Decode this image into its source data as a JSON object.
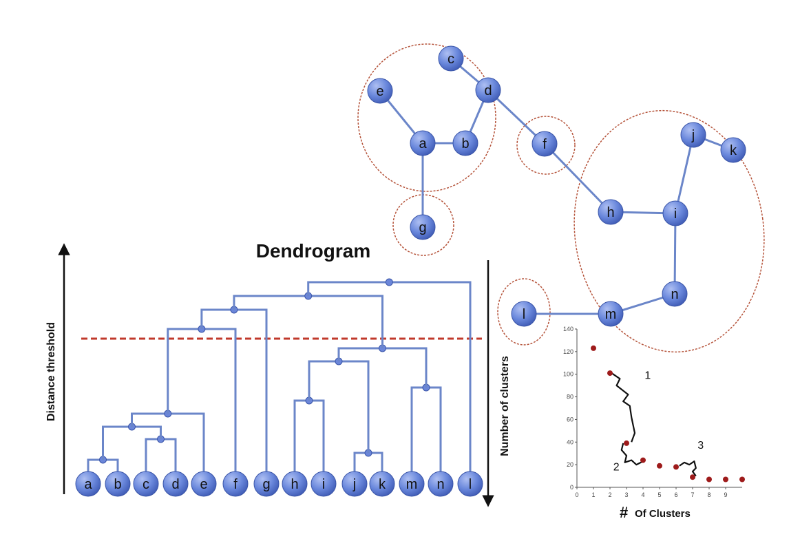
{
  "graph": {
    "nodes": [
      "a",
      "b",
      "c",
      "d",
      "e",
      "f",
      "g",
      "h",
      "i",
      "j",
      "k",
      "l",
      "m",
      "n"
    ],
    "edges": [
      [
        "e",
        "a"
      ],
      [
        "a",
        "b"
      ],
      [
        "b",
        "d"
      ],
      [
        "c",
        "d"
      ],
      [
        "d",
        "f"
      ],
      [
        "a",
        "g"
      ],
      [
        "f",
        "h"
      ],
      [
        "h",
        "i"
      ],
      [
        "i",
        "j"
      ],
      [
        "j",
        "k"
      ],
      [
        "i",
        "n"
      ],
      [
        "n",
        "m"
      ],
      [
        "m",
        "l"
      ]
    ],
    "clusters": [
      [
        "a",
        "b",
        "c",
        "d",
        "e"
      ],
      [
        "f"
      ],
      [
        "g"
      ],
      [
        "h",
        "i",
        "j",
        "k",
        "m",
        "n"
      ],
      [
        "l"
      ]
    ]
  },
  "dendrogram": {
    "title": "Dendrogram",
    "left_axis_label": "Distance threshold",
    "right_axis_label": "Number of clusters",
    "leaves": [
      "a",
      "b",
      "c",
      "d",
      "e",
      "f",
      "g",
      "h",
      "i",
      "j",
      "k",
      "m",
      "n",
      "l"
    ]
  },
  "chart_data": {
    "type": "scatter",
    "x": [
      1,
      2,
      3,
      4,
      5,
      6,
      7,
      8,
      9,
      10
    ],
    "y": [
      123,
      101,
      39,
      24,
      19,
      18,
      9,
      7,
      7,
      7
    ],
    "xlim": [
      0,
      10
    ],
    "ylim": [
      0,
      140
    ],
    "xticks": [
      "0",
      "1",
      "2",
      "3",
      "4",
      "5",
      "6",
      "7",
      "8",
      "9"
    ],
    "yticks": [
      "0",
      "20",
      "40",
      "60",
      "80",
      "100",
      "120",
      "140"
    ],
    "xlabel_symbol": "#",
    "xlabel": "Of Clusters",
    "point_color": "#9e1b1b",
    "annotations": [
      "1",
      "2",
      "3"
    ]
  },
  "colors": {
    "node_fill": "#5b79d6",
    "edge": "#6b86c9",
    "cluster_outline": "#b5533a",
    "threshold": "#c0392b"
  }
}
